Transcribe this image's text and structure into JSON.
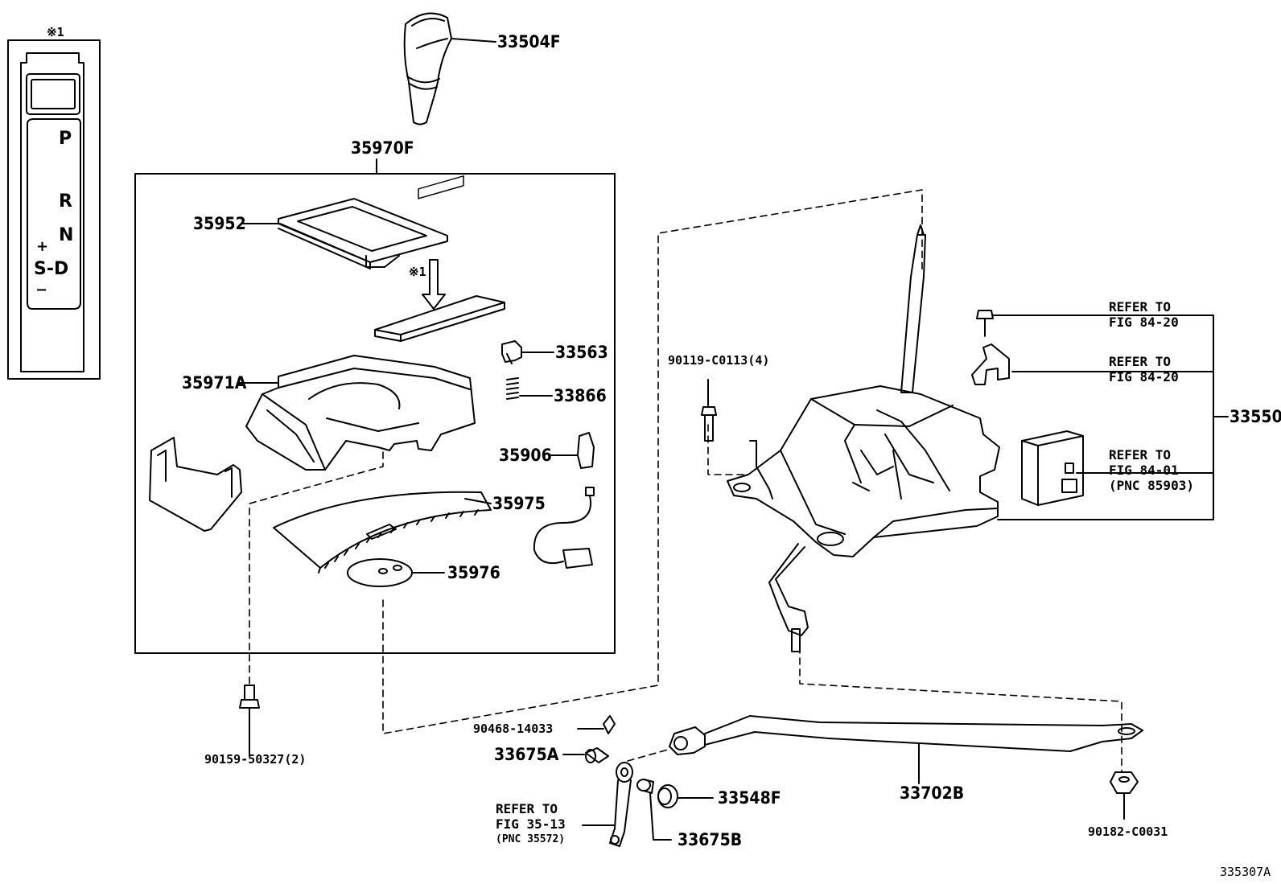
{
  "diagram": {
    "figure_code": "335307A",
    "note_marker": "※1",
    "gate_labels": {
      "p": "P",
      "r": "R",
      "n": "N",
      "s_d": "S-D",
      "plus": "+",
      "minus": "−"
    },
    "parts": {
      "p33504F": "33504F",
      "p35970F": "35970F",
      "p35952": "35952",
      "p33563": "33563",
      "p35971A": "35971A",
      "p33866": "33866",
      "p35906": "35906",
      "p35975": "35975",
      "p35976": "35976",
      "p90119": "90119-C0113(4)",
      "p33550": "33550",
      "p90159": "90159-50327(2)",
      "p90468": "90468-14033",
      "p33675A": "33675A",
      "p33548F": "33548F",
      "p33675B": "33675B",
      "p33702B": "33702B",
      "p90182": "90182-C0031"
    },
    "refs": {
      "ref1": {
        "line1": "REFER TO",
        "line2": "FIG 84-20"
      },
      "ref2": {
        "line1": "REFER TO",
        "line2": "FIG 84-20"
      },
      "ref3": {
        "line1": "REFER TO",
        "line2": "FIG 84-01",
        "line3": "(PNC 85903)"
      },
      "ref4": {
        "line1": "REFER TO",
        "line2": "FIG 35-13",
        "line3": "(PNC 35572)"
      }
    }
  }
}
